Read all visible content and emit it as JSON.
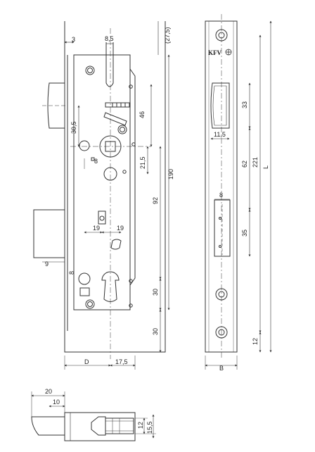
{
  "diagram": {
    "logo": "KFV",
    "case_view": {
      "dims": {
        "d3": "3",
        "d8_5": "8,5",
        "d27_5": "(27,5)",
        "d46": "46",
        "d30_5": "30,5",
        "d8a": "8",
        "d21_5": "21,5",
        "d190": "190",
        "d92": "92",
        "d19a": "19",
        "d19b": "19",
        "d9": "9",
        "d8b": "8",
        "d30a": "30",
        "d30b": "30",
        "dD": "D",
        "d17_5": "17,5"
      }
    },
    "faceplate_view": {
      "dims": {
        "d33": "33",
        "d11_5": "11,5",
        "d62": "62",
        "d221": "221",
        "dL": "L",
        "d8": "8",
        "d35": "35",
        "d12": "12",
        "dB": "B"
      }
    },
    "bolt_view": {
      "dims": {
        "d20": "20",
        "d10": "10",
        "d12": "12",
        "d15_5": "15,5"
      }
    }
  }
}
